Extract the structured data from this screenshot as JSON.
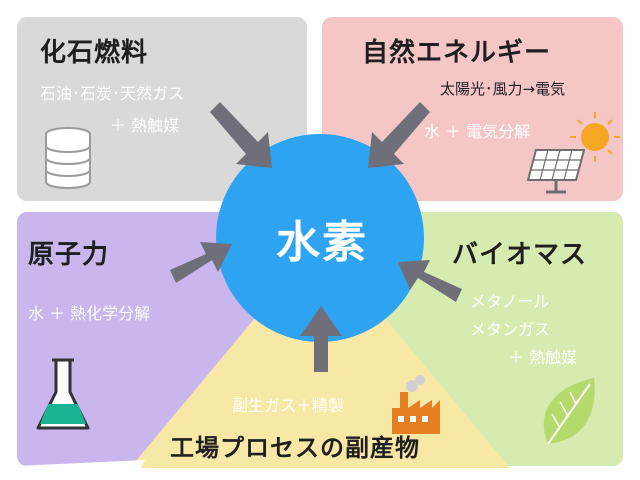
{
  "center": {
    "label": "水素"
  },
  "sources": {
    "fossil": {
      "title": "化石燃料",
      "line1": "石油･石炭･天然ガス",
      "line2": "＋ 熱触媒",
      "icon": "oil-barrel-icon"
    },
    "renewable": {
      "title": "自然エネルギー",
      "line1": "太陽光･風力→電気",
      "line2": "水 ＋ 電気分解",
      "icon": "solar-panel-icon"
    },
    "nuclear": {
      "title": "原子力",
      "line1": "水 ＋ 熱化学分解",
      "icon": "flask-icon"
    },
    "biomass": {
      "title": "バイオマス",
      "line1": "メタノール",
      "line2": "メタンガス",
      "line3": "＋ 熱触媒",
      "icon": "leaf-icon"
    },
    "industrial": {
      "title": "工場プロセスの副産物",
      "line1": "副生ガス＋精製",
      "icon": "factory-icon"
    }
  },
  "colors": {
    "fossil": "#d9d9d9",
    "renewable": "#f5c6c6",
    "nuclear": "#c8b6ec",
    "biomass": "#d6ebb0",
    "industrial": "#f8e8a6",
    "center": "#2ea3f2",
    "arrow": "#6f6f7a"
  }
}
